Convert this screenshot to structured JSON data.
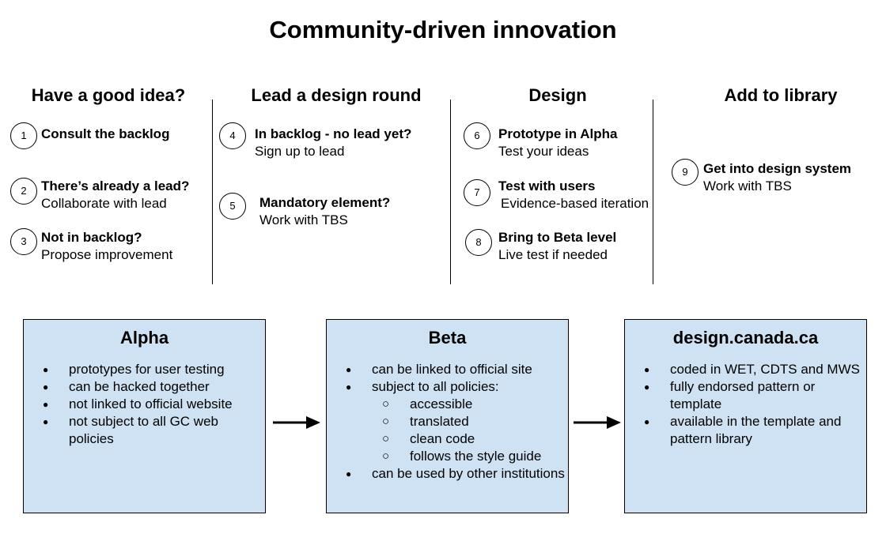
{
  "title": "Community-driven innovation",
  "columns": [
    {
      "heading": "Have a good idea?"
    },
    {
      "heading": "Lead a design round"
    },
    {
      "heading": "Design"
    },
    {
      "heading": "Add to library"
    }
  ],
  "steps": [
    {
      "num": "1",
      "title": "Consult the backlog",
      "desc": ""
    },
    {
      "num": "2",
      "title": "There’s already a lead?",
      "desc": "Collaborate with lead"
    },
    {
      "num": "3",
      "title": "Not in backlog?",
      "desc": "Propose improvement"
    },
    {
      "num": "4",
      "title": "In backlog - no lead yet?",
      "desc": "Sign up to lead"
    },
    {
      "num": "5",
      "title": "Mandatory element?",
      "desc": "Work with TBS"
    },
    {
      "num": "6",
      "title": "Prototype in Alpha",
      "desc": "Test your ideas"
    },
    {
      "num": "7",
      "title": "Test with users",
      "desc": "Evidence-based iteration"
    },
    {
      "num": "8",
      "title": "Bring to Beta level",
      "desc": "Live test if needed"
    },
    {
      "num": "9",
      "title": "Get into design system",
      "desc": "Work with TBS"
    }
  ],
  "boxes": [
    {
      "title": "Alpha",
      "items": [
        "prototypes for user testing",
        "can be hacked together",
        "not linked to official website",
        "not subject to all GC web policies"
      ]
    },
    {
      "title": "Beta",
      "items": [
        "can be linked to official site",
        "subject to all policies:",
        "can be used by other institutions"
      ],
      "subitems": [
        "accessible",
        "translated",
        "clean code",
        "follows the style guide"
      ]
    },
    {
      "title": "design.canada.ca",
      "items": [
        "coded in WET, CDTS and MWS",
        "fully endorsed pattern or template",
        "available in the template and pattern library"
      ]
    }
  ]
}
